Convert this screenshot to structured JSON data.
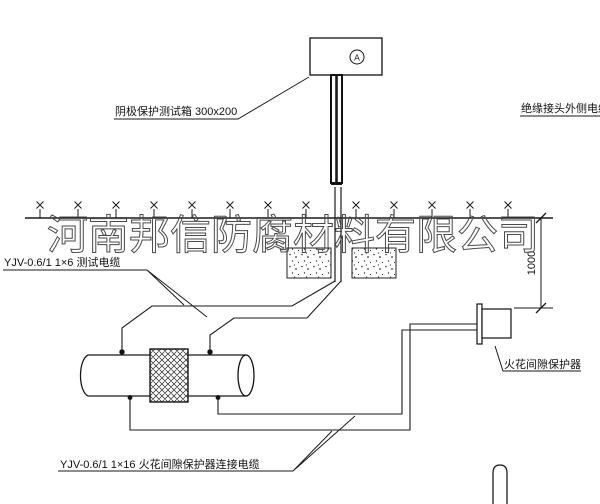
{
  "watermark": "河南邦信防腐材料有限公司",
  "test_box": {
    "meter_symbol": "A",
    "label": "阴极保护测试箱 300x200"
  },
  "labels": {
    "outer_cable": "绝缘接头外侧电缆",
    "test_cable": "YJV-0.6/1 1×6  测试电缆",
    "protector": "火花间隙保护器",
    "connect_cable": "YJV-0.6/1 1×16  火花间隙保护器连接电缆",
    "depth_dimension": "1000"
  },
  "colors": {
    "line": "#1a1a1a",
    "watermark_stroke": "#4a4a4a",
    "background": "#ffffff"
  }
}
